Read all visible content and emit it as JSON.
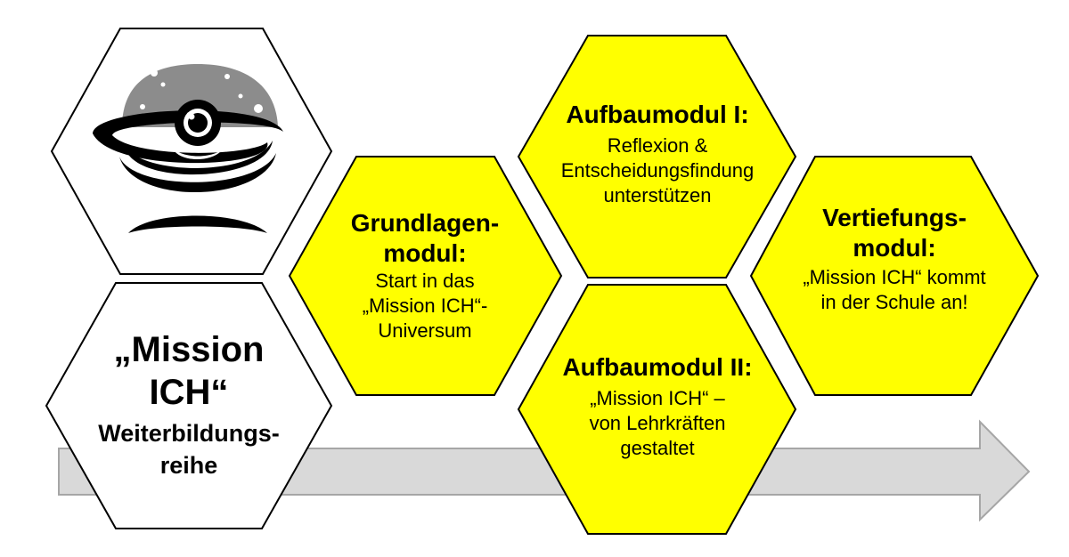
{
  "colors": {
    "hex_fill_yellow": "#ffff00",
    "hex_fill_white": "#ffffff",
    "hex_border": "#000000",
    "arrow_fill": "#d9d9d9",
    "arrow_border": "#a6a6a6",
    "logo_gray": "#8c8c8c",
    "logo_black": "#000000"
  },
  "logo": {
    "icon": "astronaut-planet-logo"
  },
  "mission": {
    "title_lines": [
      "„Mission",
      "ICH“"
    ],
    "subtitle_lines": [
      "Weiterbildungs-",
      "reihe"
    ]
  },
  "modules": {
    "grundlagen": {
      "title_lines": [
        "Grundlagen-",
        "modul:"
      ],
      "body_lines": [
        "Start in das",
        "„Mission ICH“-",
        "Universum"
      ]
    },
    "aufbau1": {
      "title_lines": [
        "Aufbaumodul I:"
      ],
      "body_lines": [
        "Reflexion &",
        "Entscheidungsfindung",
        "unterstützen"
      ]
    },
    "aufbau2": {
      "title_lines": [
        "Aufbaumodul II:"
      ],
      "body_lines": [
        "„Mission ICH“ –",
        "von Lehrkräften",
        "gestaltet"
      ]
    },
    "vertiefung": {
      "title_lines": [
        "Vertiefungs-",
        "modul:"
      ],
      "body_lines": [
        "„Mission ICH“ kommt",
        "in der Schule an!"
      ]
    }
  }
}
